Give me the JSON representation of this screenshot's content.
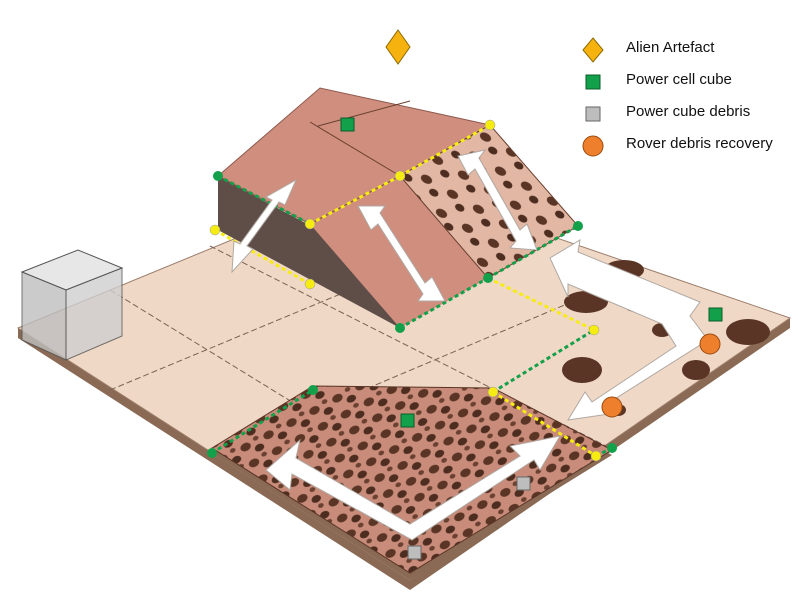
{
  "legend": {
    "items": [
      {
        "label": "Alien Artefact",
        "icon": "orange-diamond-icon",
        "color": "#F6B30F"
      },
      {
        "label": "Power cell cube",
        "icon": "green-square-icon",
        "color": "#12A04A"
      },
      {
        "label": "Power cube debris",
        "icon": "grey-square-icon",
        "color": "#BDBDBD"
      },
      {
        "label": "Rover debris recovery",
        "icon": "orange-circle-icon",
        "color": "#EE7F2D"
      }
    ]
  },
  "colors": {
    "floor": "#F0D8C6",
    "floor_dark": "#E6C8B2",
    "ramp_top": "#CF8E7E",
    "ramp_side": "#5E4E47",
    "rock": "#5A3526",
    "rough_field": "#C98C7A",
    "boundary_green": "#13A04A",
    "boundary_yellow": "#F7EC12",
    "arrow": "#FFFFFF",
    "cube": "#D8D8D8"
  }
}
